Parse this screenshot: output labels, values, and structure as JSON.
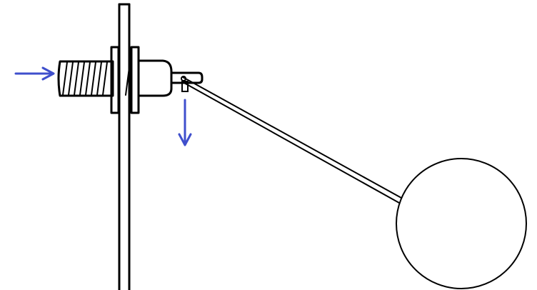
{
  "colors": {
    "ink": "#000000",
    "flow_arrow": "#3f4fcc",
    "background": "#ffffff"
  },
  "components": [
    "tank-wall",
    "threaded-inlet-pipe",
    "lock-nut-pair",
    "valve-body",
    "valve-outlet-nozzle",
    "float-arm",
    "float-ball"
  ],
  "flow_arrows": [
    {
      "name": "inlet-flow",
      "direction": "right"
    },
    {
      "name": "outlet-flow",
      "direction": "down"
    }
  ]
}
